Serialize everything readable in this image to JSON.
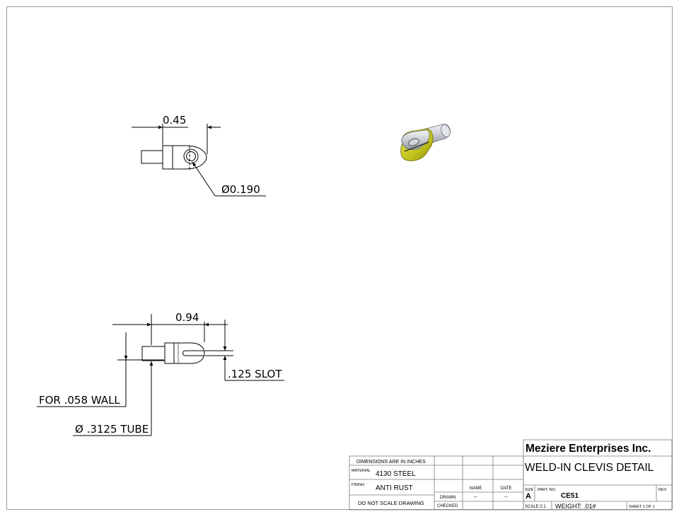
{
  "dimensions": {
    "top_width": "0.45",
    "hole_diameter": "Ø0.190",
    "overall_length": "0.94",
    "slot": ".125 SLOT",
    "wall": "FOR .058 WALL",
    "tube": "Ø .3125 TUBE"
  },
  "title_block": {
    "dimensions_note": "DIMENSIONS ARE IN INCHES",
    "material_label": "MATERIAL",
    "material_value": "4130 STEEL",
    "finish_label": "FINISH",
    "finish_value": "ANTI RUST",
    "scale_note": "DO NOT SCALE DRAWING",
    "name_header": "NAME",
    "date_header": "DATE",
    "drawn_label": "DRAWN",
    "drawn_name": "--",
    "drawn_date": "--",
    "checked_label": "CHECKED",
    "company": "Meziere Enterprises Inc.",
    "title": "WELD-IN CLEVIS DETAIL",
    "size_label": "SIZE",
    "size_value": "A",
    "part_no_label": "PART. NO.",
    "part_no_value": "CE51",
    "rev_label": "REV.",
    "scale_value": "SCALE:2:1",
    "weight_value": "WEIGHT: .01#",
    "sheet_value": "SHEET 1 OF 1"
  },
  "colors": {
    "line": "#000000",
    "iso_yellow": "#c8c81e",
    "iso_silver": "#d9dbe0"
  }
}
